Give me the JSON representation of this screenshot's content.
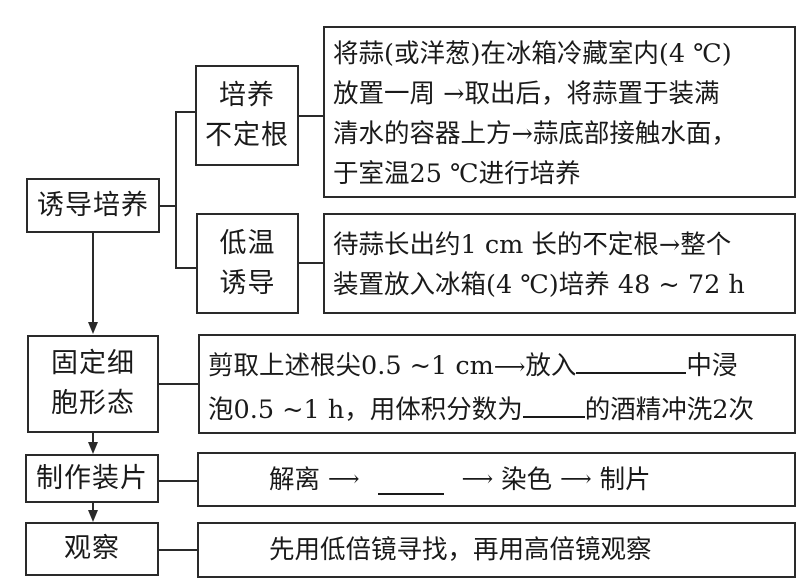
{
  "steps": [
    {
      "label": "诱导培养",
      "substeps": [
        {
          "label_lines": [
            "培养",
            "不定根"
          ],
          "detail_lines": [
            "将蒜(或洋葱)在冰箱冷藏室内(4 ℃)",
            "放置一周 →取出后，将蒜置于装满",
            "清水的容器上方→蒜底部接触水面，",
            "于室温25 ℃进行培养"
          ]
        },
        {
          "label_lines": [
            "低温",
            "诱导"
          ],
          "detail_lines": [
            "待蒜长出约1 cm 长的不定根→整个",
            "装置放入冰箱(4 ℃)培养 48 ~ 72 h"
          ]
        }
      ]
    },
    {
      "label_lines": [
        "固定细",
        "胞形态"
      ],
      "detail": {
        "line1_a": "剪取上述根尖0.5 ~1 cm",
        "line1_arrow": "⟶",
        "line1_b": "放入",
        "line1_c": "中浸",
        "line2_a": "泡0.5 ~1 h，用体积分数为",
        "line2_b": "的酒精冲洗2次"
      }
    },
    {
      "label": "制作装片",
      "flow": [
        "解离",
        "",
        "染色",
        "制片"
      ],
      "arrow": "⟶"
    },
    {
      "label": "观察",
      "detail": "先用低倍镜寻找，再用高倍镜观察"
    }
  ]
}
